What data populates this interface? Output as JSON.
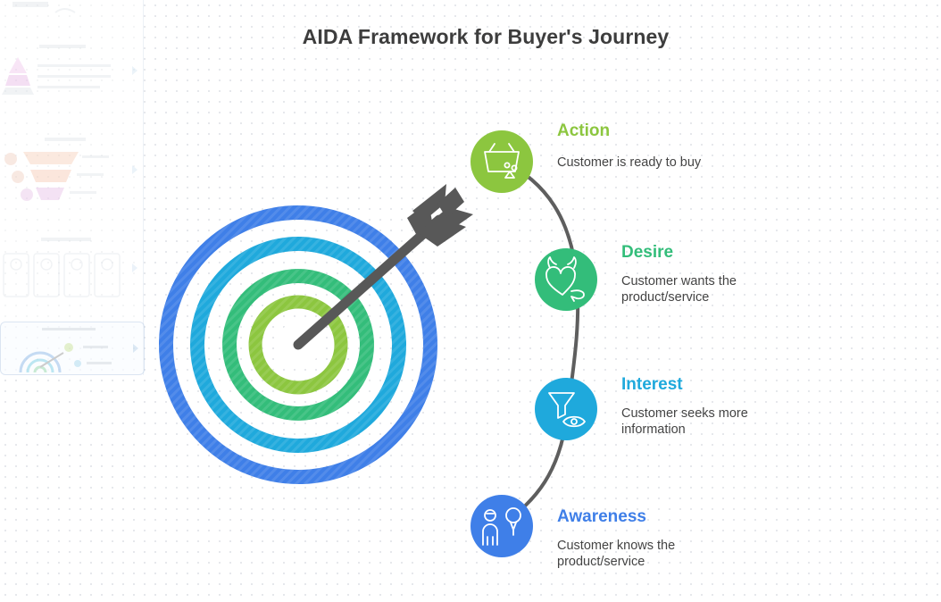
{
  "title": "AIDA Framework for Buyer's Journey",
  "colors": {
    "action": "#8cc63f",
    "desire": "#33bd7a",
    "interest": "#1fa9dc",
    "awareness": "#3f7fe8",
    "connector": "#5e5e5e",
    "arrow": "#585858",
    "title": "#3d3d3d"
  },
  "stages": [
    {
      "id": "action",
      "heading": "Action",
      "description": "Customer is ready to buy",
      "icon": "shopping-basket-icon",
      "color": "#8cc63f"
    },
    {
      "id": "desire",
      "heading": "Desire",
      "description": "Customer wants the product/service",
      "icon": "devil-heart-icon",
      "color": "#33bd7a"
    },
    {
      "id": "interest",
      "heading": "Interest",
      "description": "Customer seeks more information",
      "icon": "funnel-eye-icon",
      "color": "#1fa9dc"
    },
    {
      "id": "awareness",
      "heading": "Awareness",
      "description": "Customer knows the product/service",
      "icon": "person-lightbulb-icon",
      "color": "#3f7fe8"
    }
  ],
  "target": {
    "rings": [
      {
        "stage": "awareness",
        "color": "#3f7fe8"
      },
      {
        "stage": "interest",
        "color": "#1fa9dc"
      },
      {
        "stage": "desire",
        "color": "#33bd7a"
      },
      {
        "stage": "action",
        "color": "#8cc63f"
      }
    ],
    "icon": "target-with-arrow-icon"
  },
  "thumbnails": {
    "selected_index": 4,
    "items": [
      {
        "icon": "diagram-thumbnail-icon"
      },
      {
        "icon": "pyramid-thumbnail-icon"
      },
      {
        "icon": "funnel-thumbnail-icon"
      },
      {
        "icon": "cards-thumbnail-icon"
      },
      {
        "icon": "target-thumbnail-icon"
      }
    ]
  }
}
